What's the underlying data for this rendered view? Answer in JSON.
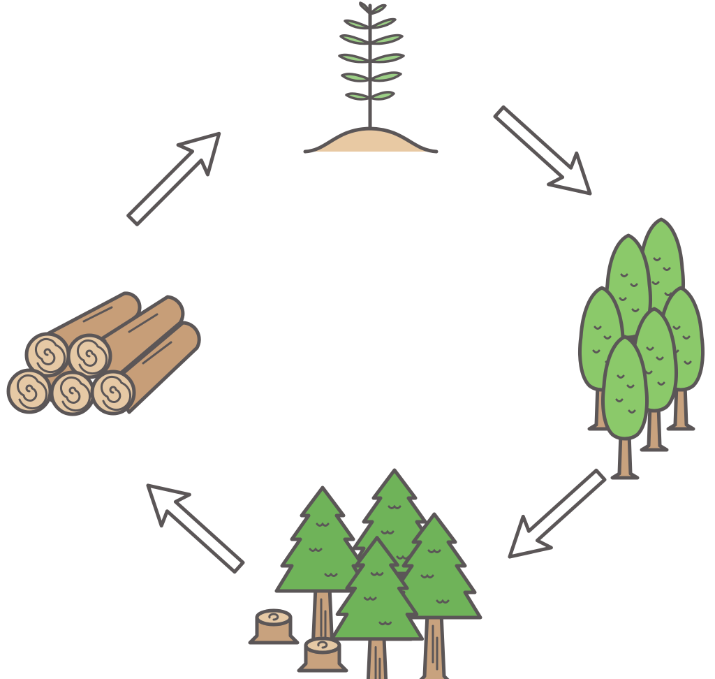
{
  "diagram": {
    "type": "cycle",
    "stages": [
      {
        "id": "seedling",
        "icon": "seedling-icon"
      },
      {
        "id": "young-forest",
        "icon": "young-forest-icon"
      },
      {
        "id": "mature-forest",
        "icon": "mature-forest-with-stumps-icon"
      },
      {
        "id": "timber",
        "icon": "log-pile-icon"
      }
    ],
    "arrows": [
      {
        "from": "seedling",
        "to": "young-forest",
        "icon": "arrow-icon"
      },
      {
        "from": "young-forest",
        "to": "mature-forest",
        "icon": "arrow-icon"
      },
      {
        "from": "mature-forest",
        "to": "timber",
        "icon": "arrow-icon"
      },
      {
        "from": "timber",
        "to": "seedling",
        "icon": "arrow-icon"
      }
    ]
  },
  "colors": {
    "outline": "#5b5657",
    "soil": "#e8c9a3",
    "leaf_light": "#8bc96a",
    "leaf_seedling": "#9ccf86",
    "conifer": "#6fb359",
    "trunk": "#c8a27e",
    "log_bark": "#c79e78",
    "log_end": "#e6c9a5",
    "arrow_fill": "#ffffff"
  }
}
